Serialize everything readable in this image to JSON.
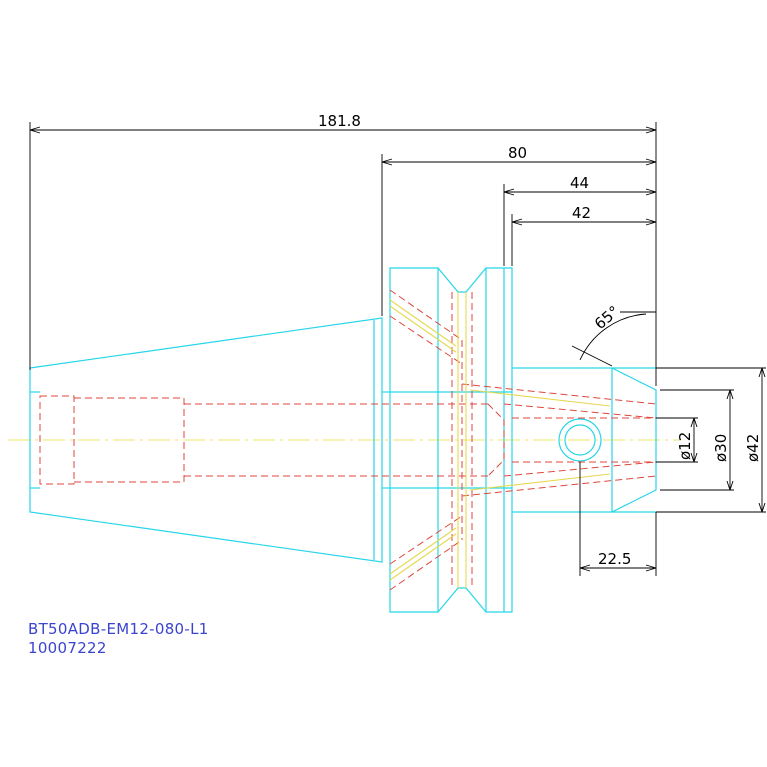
{
  "drawing": {
    "part_number": "BT50ADB-EM12-080-L1",
    "item_code": "10007222",
    "colors": {
      "outline": "#27d6e8",
      "hidden_lines": "#e0473c",
      "center_line": "#ece66a",
      "dimension": "#000000",
      "caption": "#3b44cf"
    }
  },
  "dimensions": {
    "overall_length": "181.8",
    "gauge_length": "80",
    "length_44": "44",
    "length_42": "42",
    "taper_angle": "65°",
    "bore_diameter": "ø12",
    "body_diameter_30": "ø30",
    "nose_diameter": "ø42",
    "screw_offset": "22.5"
  }
}
